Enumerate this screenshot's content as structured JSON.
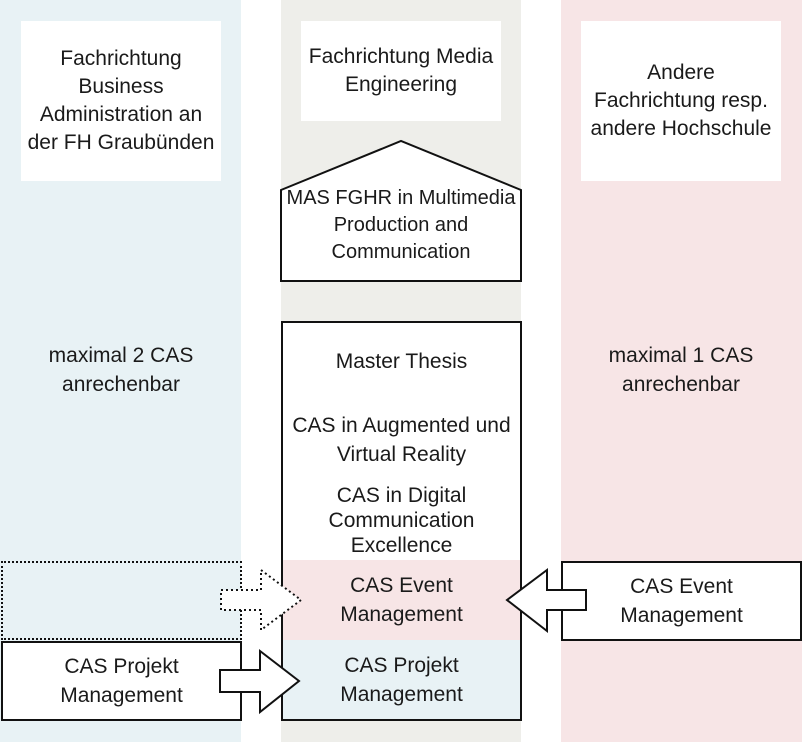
{
  "columns": {
    "left": {
      "header": "Fachrichtung Business Administration an der FH Graubünden",
      "note": "maximal 2 CAS anrechenbar",
      "source_box": "CAS Projekt Management"
    },
    "middle": {
      "header": "Fachrichtung Media Engineering",
      "degree": "MAS FGHR in Multimedia Production and Communication",
      "stack": [
        "Master Thesis",
        "CAS in Augmented und Virtual Reality",
        "CAS in Digital Communication Excellence",
        "CAS Event Management",
        "CAS Projekt Management"
      ]
    },
    "right": {
      "header": "Andere Fachrichtung resp. andere Hochschule",
      "note": "maximal 1 CAS anrechenbar",
      "source_box": "CAS Event Management"
    }
  },
  "colors": {
    "left_band": "#e8f2f5",
    "middle_band": "#eeeeea",
    "right_band": "#f7e5e6"
  }
}
